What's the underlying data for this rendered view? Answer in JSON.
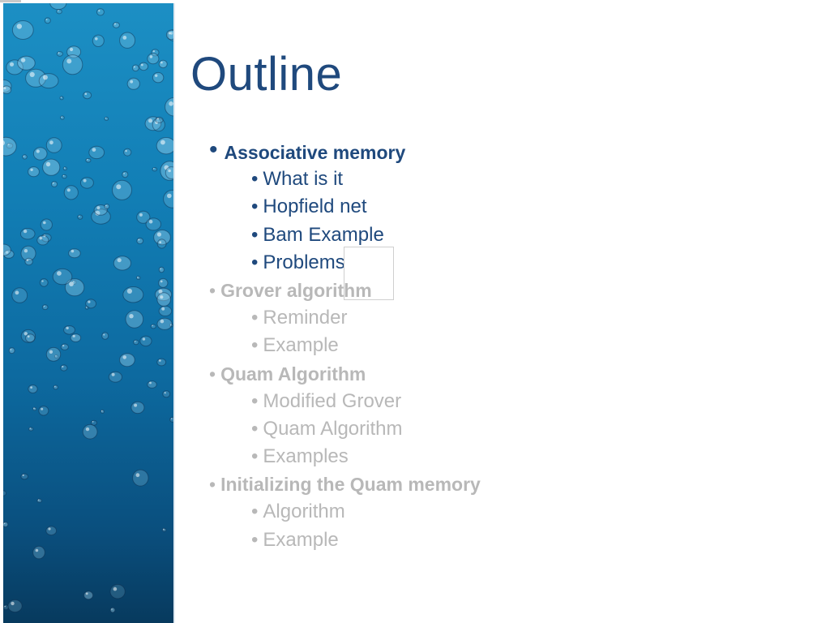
{
  "slide": {
    "title": "Outline"
  },
  "outline": {
    "bullet": "•",
    "items": [
      {
        "level": 1,
        "state": "active",
        "label": "Associative memory"
      },
      {
        "level": 2,
        "state": "active",
        "label": "What is it"
      },
      {
        "level": 2,
        "state": "active",
        "label": "Hopfield net"
      },
      {
        "level": 2,
        "state": "active",
        "label": "Bam Example"
      },
      {
        "level": 2,
        "state": "active",
        "label": "Problems"
      },
      {
        "level": 1,
        "state": "dim",
        "label": "Grover algorithm"
      },
      {
        "level": 2,
        "state": "dim",
        "label": "Reminder"
      },
      {
        "level": 2,
        "state": "dim",
        "label": "Example"
      },
      {
        "level": 1,
        "state": "dim",
        "label": "Quam Algorithm"
      },
      {
        "level": 2,
        "state": "dim",
        "label": "Modified Grover"
      },
      {
        "level": 2,
        "state": "dim",
        "label": "Quam Algorithm"
      },
      {
        "level": 2,
        "state": "dim",
        "label": "Examples"
      },
      {
        "level": 1,
        "state": "dim",
        "label": "Initializing the Quam memory"
      },
      {
        "level": 2,
        "state": "dim",
        "label": "Algorithm"
      },
      {
        "level": 2,
        "state": "dim",
        "label": "Example"
      }
    ]
  },
  "theme": {
    "title_color": "#1f497d",
    "active_color": "#1f497d",
    "dim_color": "#b8b8b8",
    "water_top": "#1c8fc4",
    "water_bottom": "#073a5e"
  },
  "decor": {
    "sidebar_image": "water-bubbles-image"
  }
}
